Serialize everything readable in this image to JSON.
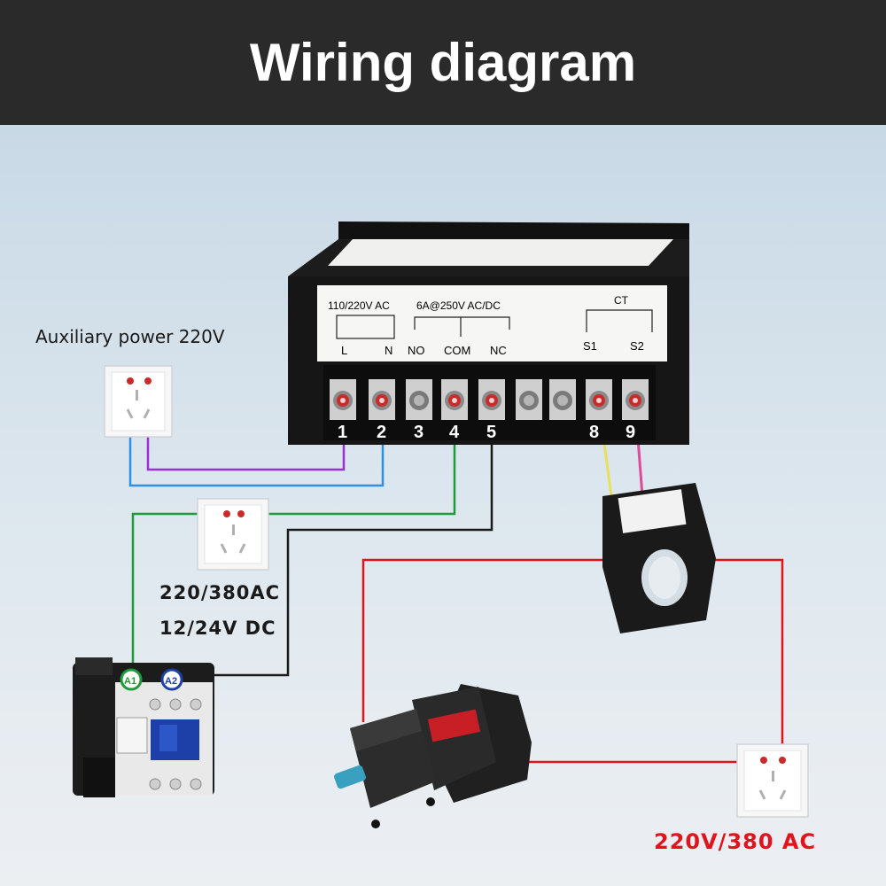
{
  "header": {
    "title": "Wiring diagram"
  },
  "controller": {
    "power_label": "110/220V AC",
    "power_terminals": [
      "L",
      "N"
    ],
    "relay_label": "6A@250V AC/DC",
    "relay_terminals": [
      "NO",
      "COM",
      "NC"
    ],
    "ct_label": "CT",
    "ct_terminals": [
      "S1",
      "S2"
    ],
    "terminal_numbers": [
      "1",
      "2",
      "3",
      "4",
      "5",
      "8",
      "9"
    ]
  },
  "labels": {
    "aux_power": "Auxiliary power 220V",
    "coil_voltage_ac": "220/380AC",
    "coil_voltage_dc": "12/24V DC",
    "mains_voltage": "220V/380 AC"
  },
  "contactor": {
    "terminal_a1": "A1",
    "terminal_a2": "A2"
  },
  "wire_colors": {
    "purple": "#9b30d9",
    "blue": "#2f8fe6",
    "green": "#1f9a3a",
    "black": "#1a1a1a",
    "red": "#e0141c",
    "yellow": "#e8e05a",
    "pink": "#e0489a"
  }
}
